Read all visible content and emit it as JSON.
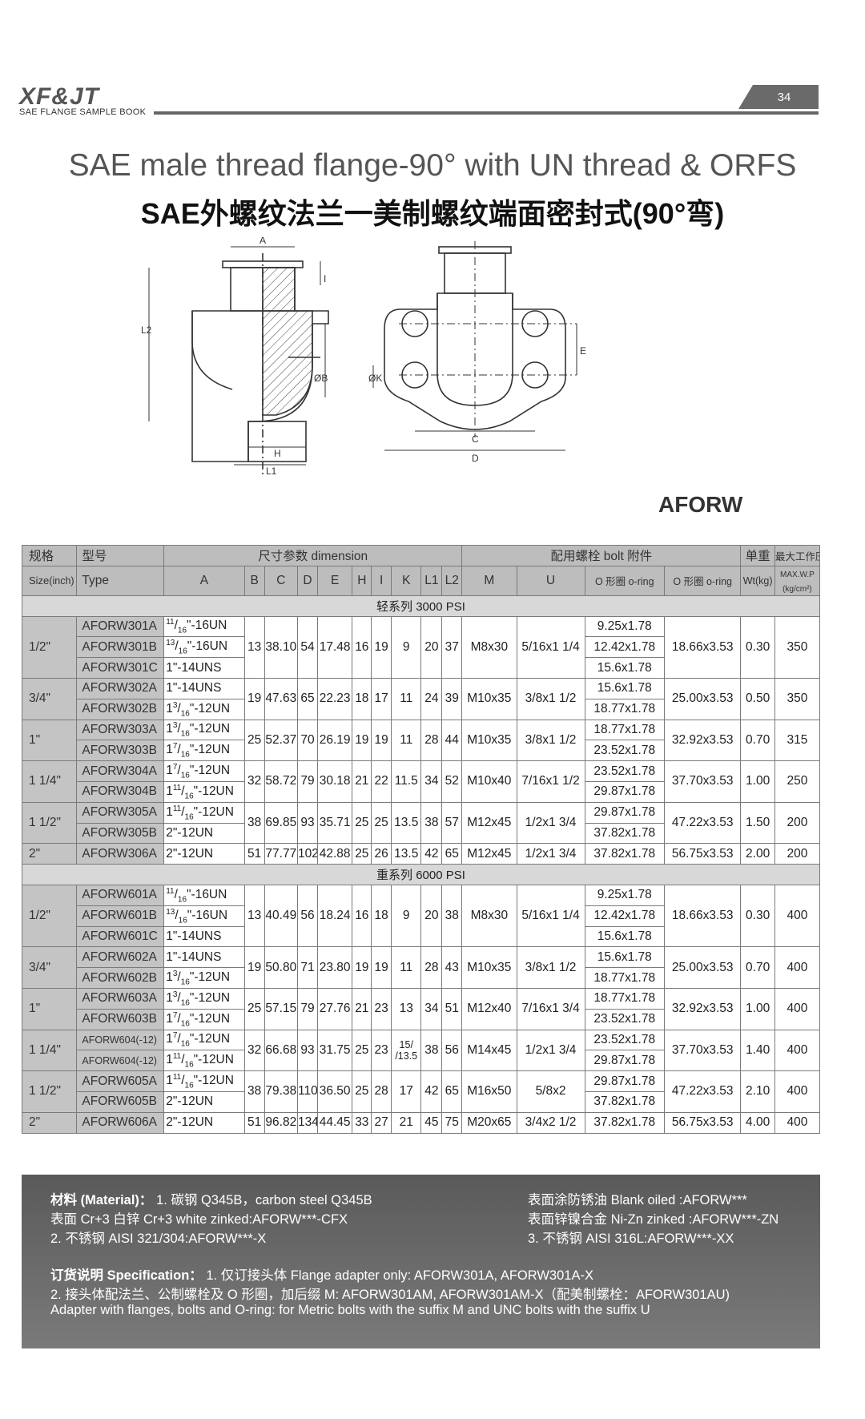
{
  "header": {
    "logo": "XF&JT",
    "logo_sub": "SAE FLANGE SAMPLE BOOK",
    "page_number": "34"
  },
  "title_en": "SAE male thread flange-90°  with UN thread & ORFS",
  "title_cn": "SAE外螺纹法兰一美制螺纹端面密封式(90°弯)",
  "model": "AFORW",
  "drawing_labels": [
    "A",
    "L2",
    "I",
    "ØB",
    "H",
    "L1",
    "ØK",
    "E",
    "C",
    "D"
  ],
  "table": {
    "head1": {
      "spec": "规格",
      "model": "型号",
      "dimension": "尺寸参数 dimension",
      "bolt": "配用螺栓 bolt 附件",
      "weight": "单重",
      "pressure": "最大工作压力"
    },
    "head2": {
      "size": "Size",
      "size_unit": "(inch)",
      "type": "Type",
      "A": "A",
      "B": "B",
      "C": "C",
      "D": "D",
      "E": "E",
      "H": "H",
      "I": "I",
      "K": "K",
      "L1": "L1",
      "L2": "L2",
      "M": "M",
      "U": "U",
      "oring1": "O 形圈  o-ring",
      "oring2": "O 形圈  o-ring",
      "wt": "Wt(kg)",
      "maxwp": "MAX.W.P",
      "maxwp_unit": "(kg/cm²)"
    },
    "light_series": "轻系列 3000 PSI",
    "heavy_series": "重系列 6000 PSI"
  },
  "info": {
    "mat_label": "材料 (Material)：",
    "mat1": "1. 碳钢 Q345B，carbon steel Q345B",
    "mat2": "表面 Cr+3 白锌 Cr+3 white zinked:AFORW***-CFX",
    "mat3": "2. 不锈钢 AISI 321/304:AFORW***-X",
    "mat_r1": "表面涂防锈油 Blank oiled   :AFORW***",
    "mat_r2": "表面锌镍合金 Ni-Zn zinked :AFORW***-ZN",
    "mat_r3": "3. 不锈钢 AISI 316L:AFORW***-XX",
    "spec_label": "订货说明 Specification：",
    "spec1": "1.   仅订接头体 Flange adapter only: AFORW301A, AFORW301A-X",
    "spec2": "2. 接头体配法兰、公制螺栓及 O 形圈，加后缀 M: AFORW301AM, AFORW301AM-X（配美制螺栓：AFORW301AU)",
    "spec3": "Adapter with flanges, bolts and O-ring: for Metric bolts with the suffix M and UNC bolts with the suffix U"
  }
}
